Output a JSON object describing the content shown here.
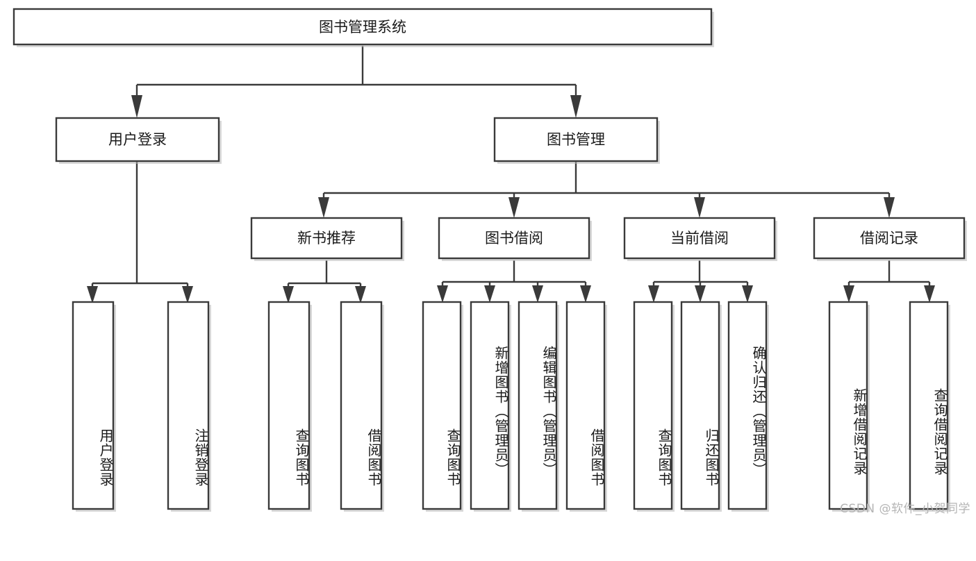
{
  "diagram": {
    "title": "图书管理系统",
    "watermark": "CSDN @软件_小贺同学",
    "colors": {
      "box_stroke": "#3a3a3a",
      "box_fill": "#ffffff",
      "text": "#1a1a1a",
      "watermark": "#b5b5b5",
      "background": "#ffffff"
    },
    "root": {
      "label": "图书管理系统",
      "level": 1
    },
    "level2": [
      {
        "label": "用户登录"
      },
      {
        "label": "图书管理"
      }
    ],
    "level3": [
      {
        "label": "新书推荐"
      },
      {
        "label": "图书借阅"
      },
      {
        "label": "当前借阅"
      },
      {
        "label": "借阅记录"
      }
    ],
    "leaves": {
      "user_login": [
        {
          "label": "用户登录"
        },
        {
          "label": "注销登录"
        }
      ],
      "new_book_recommend": [
        {
          "label": "查询图书"
        },
        {
          "label": "借阅图书"
        }
      ],
      "book_borrow": [
        {
          "label": "查询图书"
        },
        {
          "label": "新增图书（管理员）"
        },
        {
          "label": "编辑图书（管理员）"
        },
        {
          "label": "借阅图书"
        }
      ],
      "current_borrow": [
        {
          "label": "查询图书"
        },
        {
          "label": "归还图书"
        },
        {
          "label": "确认归还（管理员）"
        }
      ],
      "borrow_record": [
        {
          "label": "新增借阅记录"
        },
        {
          "label": "查询借阅记录"
        }
      ]
    }
  }
}
